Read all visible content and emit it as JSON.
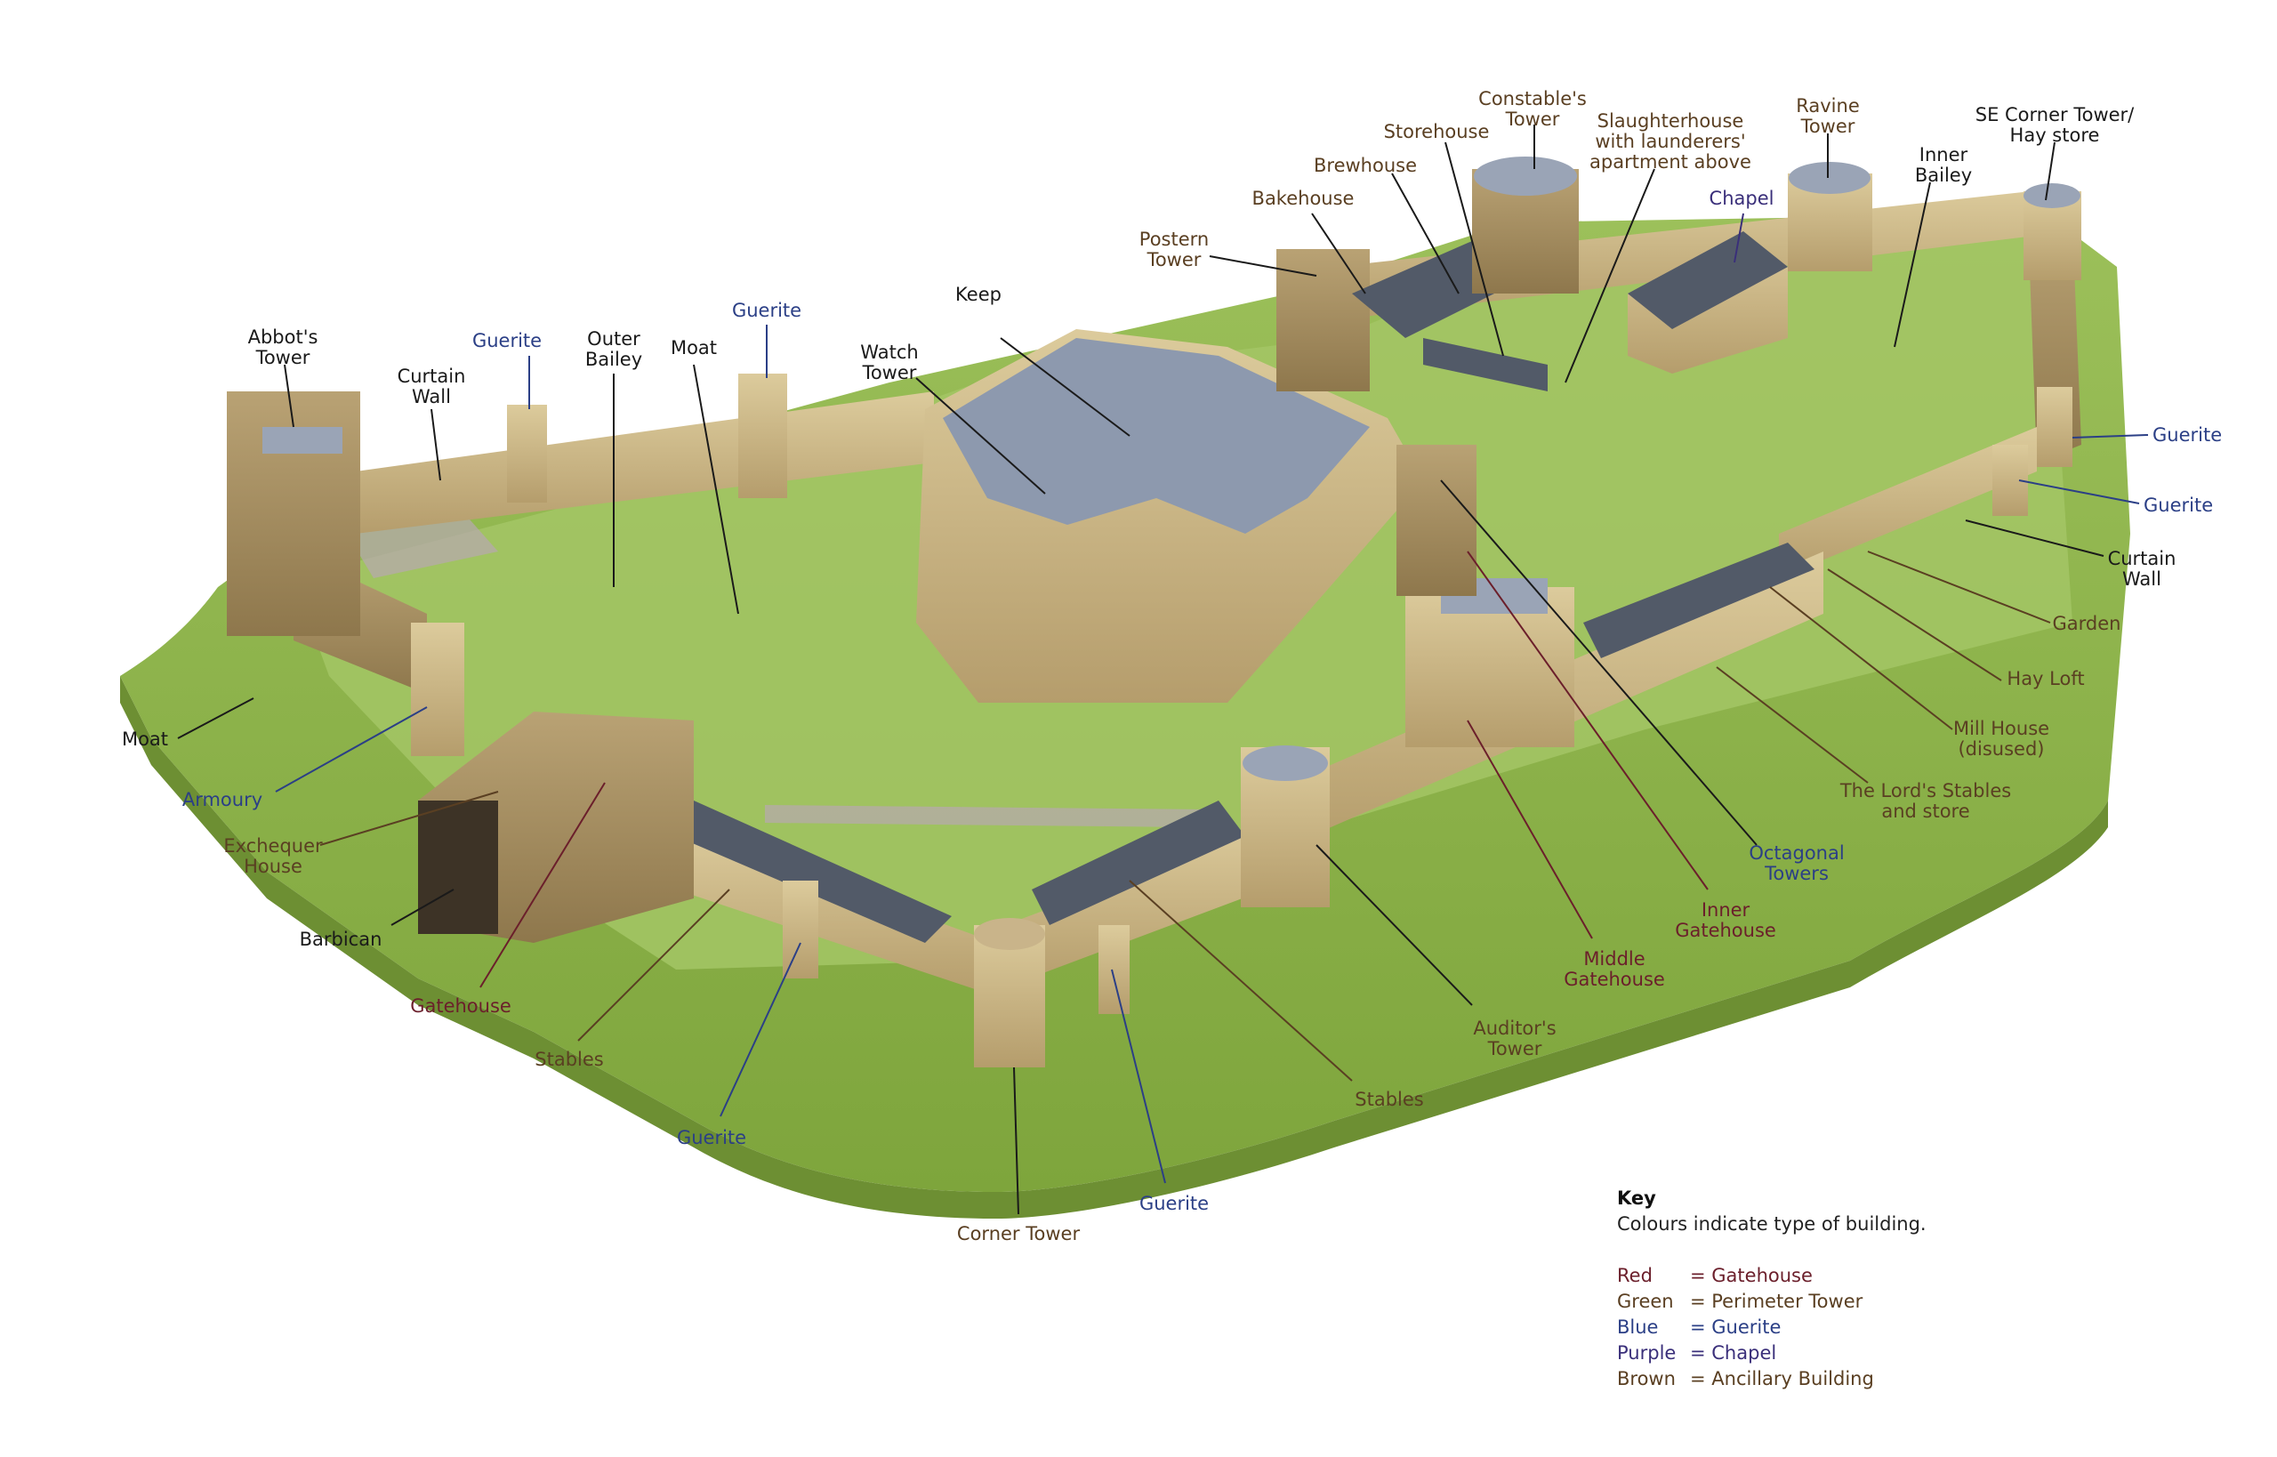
{
  "colors": {
    "black": "#1a1a1a",
    "brown": "#5a3f22",
    "blue": "#2b3f86",
    "red": "#6b1f2b",
    "purple": "#3a2f7a",
    "grass": "#8fb24a",
    "stone": "#cdb88a",
    "roof": "#8c98ad"
  },
  "labels": [
    {
      "id": "abbots-tower",
      "lines": [
        "Abbot's",
        "Tower"
      ],
      "color": "black"
    },
    {
      "id": "curtain-wall-west",
      "lines": [
        "Curtain",
        "Wall"
      ],
      "color": "black"
    },
    {
      "id": "guerite-nw",
      "lines": [
        "Guerite"
      ],
      "color": "blue"
    },
    {
      "id": "outer-bailey",
      "lines": [
        "Outer",
        "Bailey"
      ],
      "color": "black"
    },
    {
      "id": "moat-inner",
      "lines": [
        "Moat"
      ],
      "color": "black"
    },
    {
      "id": "guerite-n",
      "lines": [
        "Guerite"
      ],
      "color": "blue"
    },
    {
      "id": "watch-tower",
      "lines": [
        "Watch",
        "Tower"
      ],
      "color": "black"
    },
    {
      "id": "keep",
      "lines": [
        "Keep"
      ],
      "color": "black"
    },
    {
      "id": "postern-tower",
      "lines": [
        "Postern",
        "Tower"
      ],
      "color": "brown"
    },
    {
      "id": "bakehouse",
      "lines": [
        "Bakehouse"
      ],
      "color": "brown"
    },
    {
      "id": "brewhouse",
      "lines": [
        "Brewhouse"
      ],
      "color": "brown"
    },
    {
      "id": "storehouse",
      "lines": [
        "Storehouse"
      ],
      "color": "brown"
    },
    {
      "id": "constables-tower",
      "lines": [
        "Constable's",
        "Tower"
      ],
      "color": "brown"
    },
    {
      "id": "slaughterhouse",
      "lines": [
        "Slaughterhouse",
        "with launderers'",
        "apartment above"
      ],
      "color": "brown"
    },
    {
      "id": "chapel",
      "lines": [
        "Chapel"
      ],
      "color": "purple"
    },
    {
      "id": "ravine-tower",
      "lines": [
        "Ravine",
        "Tower"
      ],
      "color": "brown"
    },
    {
      "id": "inner-bailey",
      "lines": [
        "Inner",
        "Bailey"
      ],
      "color": "black"
    },
    {
      "id": "se-corner-tower",
      "lines": [
        "SE Corner Tower/",
        "Hay store"
      ],
      "color": "black"
    },
    {
      "id": "guerite-e1",
      "lines": [
        "Guerite"
      ],
      "color": "blue"
    },
    {
      "id": "guerite-e2",
      "lines": [
        "Guerite"
      ],
      "color": "blue"
    },
    {
      "id": "curtain-wall-east",
      "lines": [
        "Curtain",
        "Wall"
      ],
      "color": "black"
    },
    {
      "id": "garden",
      "lines": [
        "Garden"
      ],
      "color": "brown"
    },
    {
      "id": "hay-loft",
      "lines": [
        "Hay Loft"
      ],
      "color": "brown"
    },
    {
      "id": "mill-house",
      "lines": [
        "Mill House",
        "(disused)"
      ],
      "color": "brown"
    },
    {
      "id": "lords-stables",
      "lines": [
        "The Lord's Stables",
        "and store"
      ],
      "color": "brown"
    },
    {
      "id": "octagonal-towers",
      "lines": [
        "Octagonal",
        "Towers"
      ],
      "color": "blue"
    },
    {
      "id": "inner-gatehouse",
      "lines": [
        "Inner",
        "Gatehouse"
      ],
      "color": "red"
    },
    {
      "id": "middle-gatehouse",
      "lines": [
        "Middle",
        "Gatehouse"
      ],
      "color": "red"
    },
    {
      "id": "auditors-tower",
      "lines": [
        "Auditor's",
        "Tower"
      ],
      "color": "brown"
    },
    {
      "id": "stables-east",
      "lines": [
        "Stables"
      ],
      "color": "brown"
    },
    {
      "id": "guerite-s2",
      "lines": [
        "Guerite"
      ],
      "color": "blue"
    },
    {
      "id": "corner-tower",
      "lines": [
        "Corner Tower"
      ],
      "color": "brown"
    },
    {
      "id": "guerite-s1",
      "lines": [
        "Guerite"
      ],
      "color": "blue"
    },
    {
      "id": "stables-west",
      "lines": [
        "Stables"
      ],
      "color": "brown"
    },
    {
      "id": "gatehouse",
      "lines": [
        "Gatehouse"
      ],
      "color": "red"
    },
    {
      "id": "barbican",
      "lines": [
        "Barbican"
      ],
      "color": "black"
    },
    {
      "id": "exchequer-house",
      "lines": [
        "Exchequer",
        "House"
      ],
      "color": "brown"
    },
    {
      "id": "armoury",
      "lines": [
        "Armoury"
      ],
      "color": "blue"
    },
    {
      "id": "moat-outer",
      "lines": [
        "Moat"
      ],
      "color": "black"
    }
  ],
  "key": {
    "title": "Key",
    "subtitle": "Colours indicate type of building.",
    "rows": [
      {
        "name": "Red",
        "meaning": "= Gatehouse",
        "color": "red"
      },
      {
        "name": "Green",
        "meaning": "= Perimeter Tower",
        "color": "brown"
      },
      {
        "name": "Blue",
        "meaning": "= Guerite",
        "color": "blue"
      },
      {
        "name": "Purple",
        "meaning": "= Chapel",
        "color": "purple"
      },
      {
        "name": "Brown",
        "meaning": "= Ancillary Building",
        "color": "brown"
      }
    ]
  }
}
